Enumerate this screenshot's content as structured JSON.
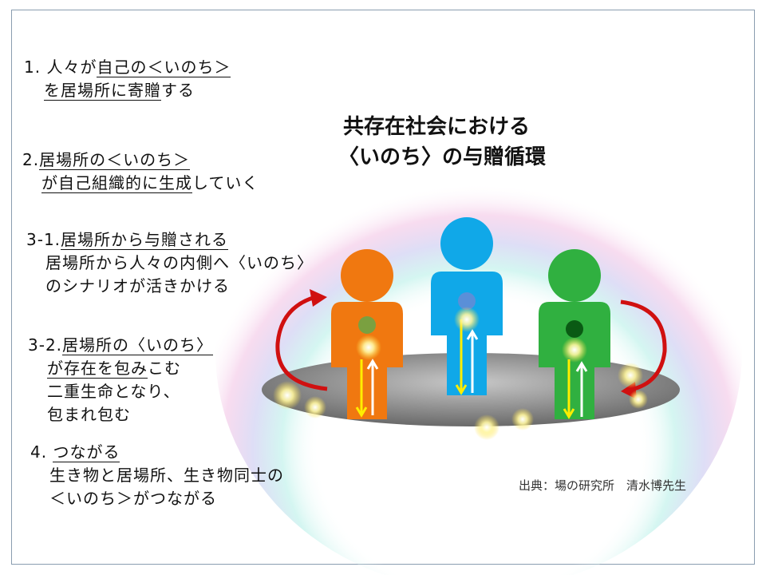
{
  "title": {
    "line1": "共存在社会における",
    "line2": "〈いのち〉の与贈循環"
  },
  "items": [
    {
      "num": "1.",
      "lines": [
        [
          "人々が",
          "自己の＜いのち＞"
        ],
        [
          "を居場所に寄贈",
          "する"
        ]
      ]
    },
    {
      "num": "2.",
      "lines": [
        [
          "居場所の＜いのち＞",
          ""
        ],
        [
          "が自己組織的に生成",
          "していく"
        ]
      ]
    },
    {
      "num": "3-1.",
      "lines": [
        [
          "居場所から与贈される",
          ""
        ],
        [
          "居場所から人々の内側へ〈いのち〉",
          ""
        ],
        [
          "のシナリオが活きかける",
          ""
        ]
      ]
    },
    {
      "num": "3-2.",
      "lines": [
        [
          "居場所の〈いのち〉",
          ""
        ],
        [
          "が存在を包み",
          "こむ"
        ],
        [
          "二重生命となり、",
          ""
        ],
        [
          "包まれ包む",
          ""
        ]
      ]
    },
    {
      "num": "4.",
      "lines": [
        [
          "つながる",
          ""
        ],
        [
          "生き物と居場所、生き物同士の",
          ""
        ],
        [
          "＜いのち＞がつながる",
          ""
        ]
      ]
    }
  ],
  "source": "出典：場の研究所　清水博先生",
  "colors": {
    "orange": "#f07810",
    "blue": "#10a8e8",
    "green": "#30b040",
    "arrow": "#d01010",
    "frame": "#8a9db0"
  }
}
